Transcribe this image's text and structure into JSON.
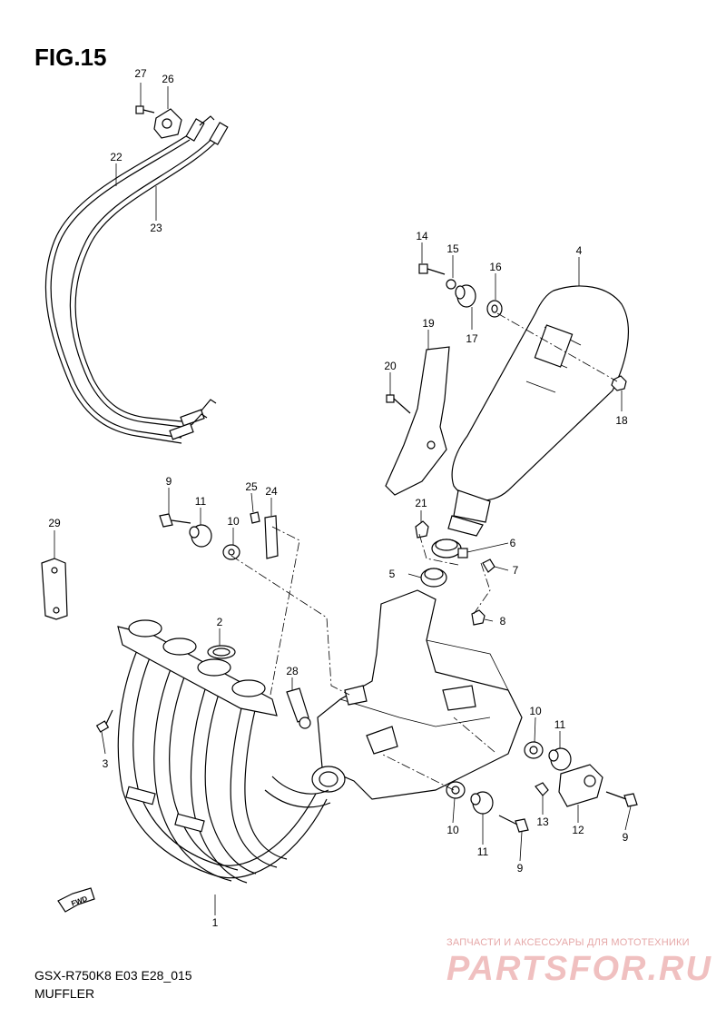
{
  "figure": {
    "title": "FIG.15"
  },
  "footer": {
    "model_code": "GSX-R750K8 E03 E28_015",
    "section_name": "MUFFLER"
  },
  "watermark": {
    "tagline": "ЗАПЧАСТИ И АКСЕССУАРЫ ДЛЯ МОТОТЕХНИКИ",
    "logo_text": "PARTSFOR.RU"
  },
  "direction_marker": {
    "text": "FWD"
  },
  "part_numbers": {
    "p1": "1",
    "p2": "2",
    "p3": "3",
    "p4": "4",
    "p5": "5",
    "p6": "6",
    "p7": "7",
    "p8": "8",
    "p9": "9",
    "p10": "10",
    "p11": "11",
    "p12": "12",
    "p13": "13",
    "p14": "14",
    "p15": "15",
    "p16": "16",
    "p17": "17",
    "p18": "18",
    "p19": "19",
    "p20": "20",
    "p21": "21",
    "p22": "22",
    "p23": "23",
    "p24": "24",
    "p25": "25",
    "p26": "26",
    "p27": "27",
    "p28": "28",
    "p29": "29"
  }
}
